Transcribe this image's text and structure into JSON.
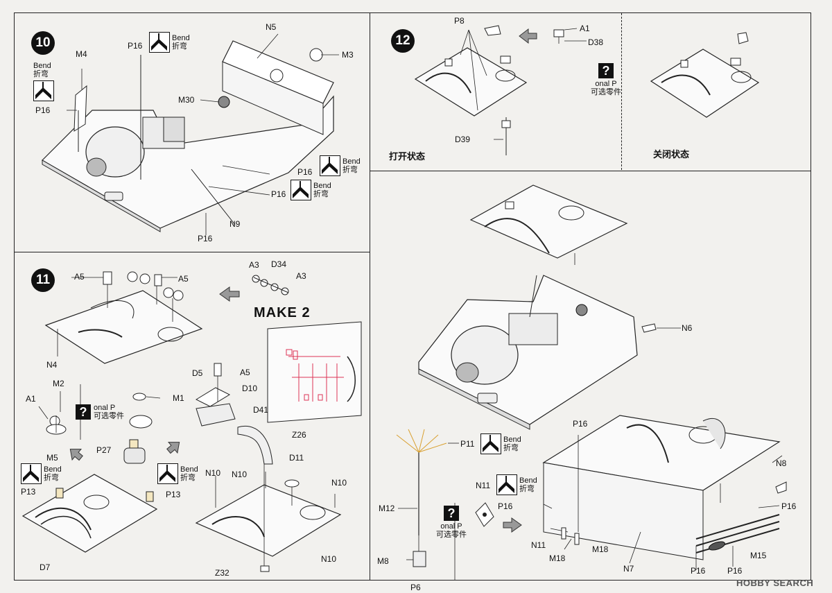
{
  "steps": {
    "s10": "10",
    "s11": "11",
    "s12": "12"
  },
  "bend": {
    "en": "Bend",
    "zh": "折弯"
  },
  "optional": {
    "q": "?",
    "en": "onal P",
    "zh": "可选零件"
  },
  "make2": "MAKE 2",
  "states": {
    "open": "打开状态",
    "closed": "关闭状态"
  },
  "page": "P6",
  "watermark": "HOBBY SEARCH",
  "labels10": {
    "m4": "M4",
    "p16a": "P16",
    "p16b": "P16",
    "n5": "N5",
    "m3": "M3",
    "m30": "M30",
    "p16c": "P16",
    "p16d": "P16",
    "n9": "N9",
    "p16e": "P16"
  },
  "labels11": {
    "a5a": "A5",
    "a5b": "A5",
    "n4": "N4",
    "a3a": "A3",
    "d34": "D34",
    "a3b": "A3",
    "m2": "M2",
    "a1": "A1",
    "m5": "M5",
    "m1": "M1",
    "d5": "D5",
    "a5c": "A5",
    "d10": "D10",
    "d41": "D41",
    "p27": "P27",
    "p13a": "P13",
    "p13b": "P13",
    "n10a": "N10",
    "z26": "Z26",
    "n10b": "N10",
    "d11": "D11",
    "n10c": "N10",
    "d7": "D7",
    "z32": "Z32",
    "n10d": "N10"
  },
  "labels12": {
    "p8": "P8",
    "a1": "A1",
    "d38": "D38",
    "d39": "D39"
  },
  "labelsBig": {
    "n6": "N6",
    "p16a": "P16",
    "p11": "P11",
    "n8": "N8",
    "n11a": "N11",
    "m12": "M12",
    "p16b": "P16",
    "p16c": "P16",
    "n11b": "N11",
    "m18a": "M18",
    "m18b": "M18",
    "m15": "M15",
    "m8": "M8",
    "n7": "N7",
    "p16d": "P16",
    "p16e": "P16"
  }
}
